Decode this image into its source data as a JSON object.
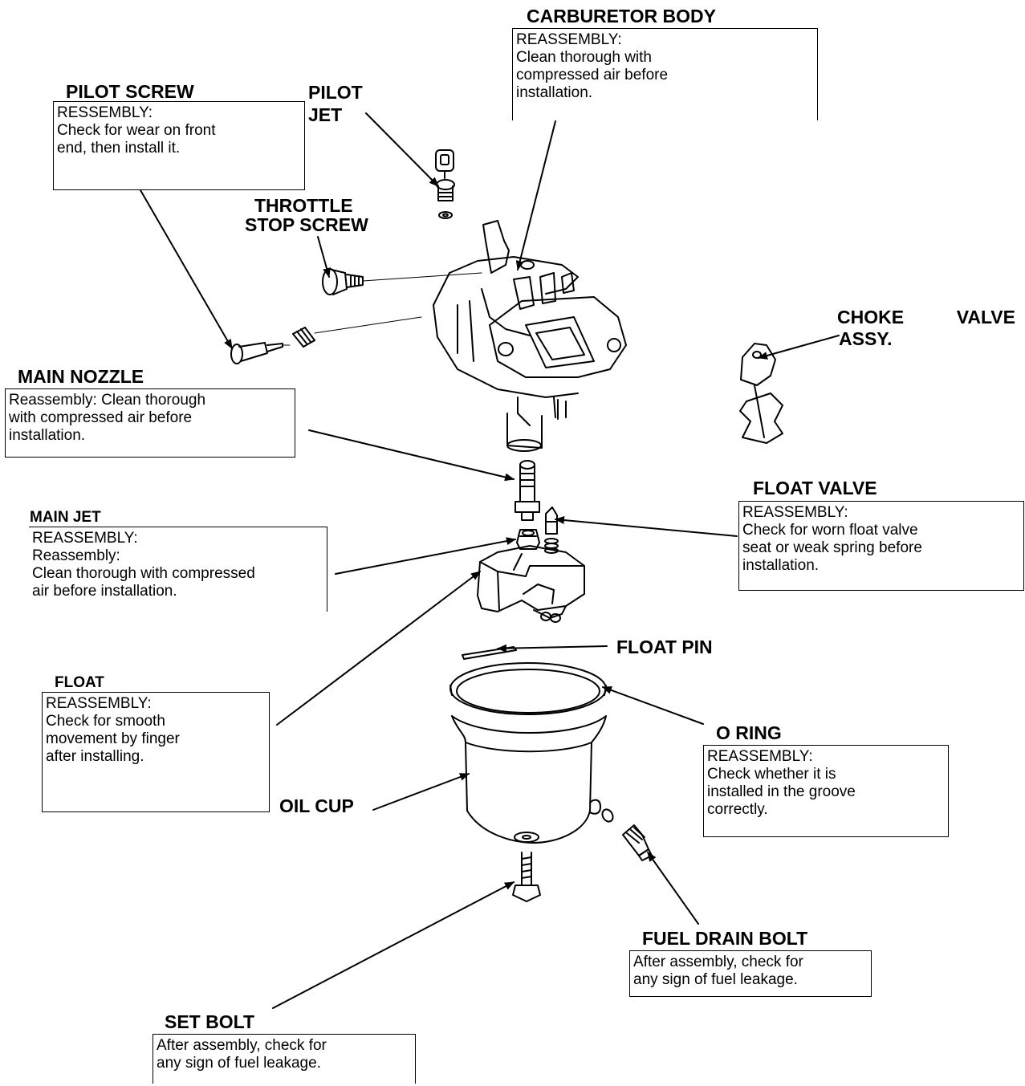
{
  "labels": {
    "carburetor_body": {
      "title": "CARBURETOR BODY",
      "heading": "REASSEMBLY:",
      "lines": [
        "Clean thorough with",
        "compressed air before",
        "installation."
      ]
    },
    "pilot_screw": {
      "title": "PILOT SCREW",
      "heading": "RESSEMBLY:",
      "lines": [
        "Check for wear on front",
        "end, then install it."
      ]
    },
    "pilot_jet": {
      "line1": "PILOT",
      "line2": "JET"
    },
    "throttle_stop_screw": {
      "line1": "THROTTLE",
      "line2": "STOP SCREW"
    },
    "choke_valve_assy": {
      "word1": "CHOKE",
      "word2": "VALVE",
      "line2": "ASSY."
    },
    "main_nozzle": {
      "title": "MAIN NOZZLE",
      "lines": [
        "Reassembly: Clean thorough",
        "with compressed air before",
        "installation."
      ]
    },
    "float_valve": {
      "title": "FLOAT VALVE",
      "heading": "REASSEMBLY:",
      "lines": [
        "Check for worn float valve",
        "seat or weak spring before",
        "installation."
      ]
    },
    "main_jet": {
      "title": "MAIN JET",
      "heading": "REASSEMBLY:",
      "subheading": "Reassembly:",
      "lines": [
        "Clean thorough with compressed",
        "air before installation."
      ]
    },
    "float_pin": {
      "title": "FLOAT PIN"
    },
    "float": {
      "title": "FLOAT",
      "heading": "REASSEMBLY:",
      "lines": [
        "Check for smooth",
        "movement by finger",
        "after installing."
      ]
    },
    "o_ring": {
      "title": "O RING",
      "heading": "REASSEMBLY:",
      "lines": [
        "Check whether it is",
        "installed in the groove",
        "correctly."
      ]
    },
    "oil_cup": {
      "title": "OIL CUP"
    },
    "fuel_drain_bolt": {
      "title": "FUEL DRAIN BOLT",
      "lines": [
        "After assembly, check for",
        "any sign of fuel leakage."
      ]
    },
    "set_bolt": {
      "title": "SET BOLT",
      "lines": [
        "After assembly, check for",
        "any sign of fuel leakage."
      ]
    }
  }
}
